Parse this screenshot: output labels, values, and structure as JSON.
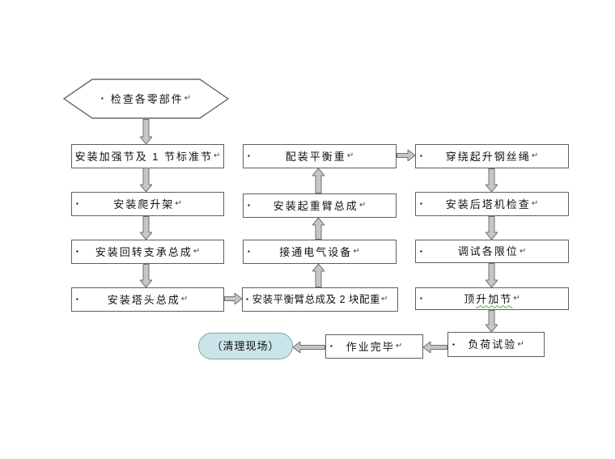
{
  "diagram": {
    "bullet": "▪",
    "return_mark": "↵",
    "colors": {
      "background": "#ffffff",
      "box_border": "#5f5f5f",
      "arrow_fill": "#c3c7c7",
      "arrow_stroke": "#707070",
      "terminator_fill": "#c9e5e9",
      "terminator_border": "#85a0a5",
      "spellcheck_underline": "#3cb043",
      "text": "#111111"
    },
    "nodes": {
      "check_parts": {
        "shape": "hexagon",
        "label": "检查各零部件"
      },
      "install_reinforce": {
        "shape": "rect",
        "label": "安装加强节及 1 节标准节"
      },
      "install_climb_frame": {
        "shape": "rect",
        "label": "安装爬升架"
      },
      "install_slewing": {
        "shape": "rect",
        "label": "安装回转支承总成"
      },
      "install_tower_head": {
        "shape": "rect",
        "label": "安装塔头总成"
      },
      "fit_counterweight": {
        "shape": "rect",
        "label": "配装平衡重"
      },
      "install_jib": {
        "shape": "rect",
        "label": "安装起重臂总成"
      },
      "connect_electric": {
        "shape": "rect",
        "label": "接通电气设备"
      },
      "install_balance_arm": {
        "shape": "rect",
        "label": "安装平衡臂总成及 2 块配重"
      },
      "reeve_wire_rope": {
        "shape": "rect",
        "label": "穿绕起升钢丝绳"
      },
      "post_install_check": {
        "shape": "rect",
        "label": "安装后塔机检查"
      },
      "adjust_limits": {
        "shape": "rect",
        "label": "调试各限位"
      },
      "jack_up": {
        "shape": "rect",
        "label_head": "顶",
        "label_tail": "升加节"
      },
      "load_test": {
        "shape": "rect",
        "label": "负荷试验"
      },
      "work_done": {
        "shape": "rect",
        "label": "作业完毕"
      },
      "clean_site": {
        "shape": "terminator",
        "label": "（清理现场）"
      }
    },
    "flow_order": [
      "check_parts",
      "install_reinforce",
      "install_climb_frame",
      "install_slewing",
      "install_tower_head",
      "install_balance_arm",
      "connect_electric",
      "install_jib",
      "fit_counterweight",
      "reeve_wire_rope",
      "post_install_check",
      "adjust_limits",
      "jack_up",
      "load_test",
      "work_done",
      "clean_site"
    ]
  }
}
